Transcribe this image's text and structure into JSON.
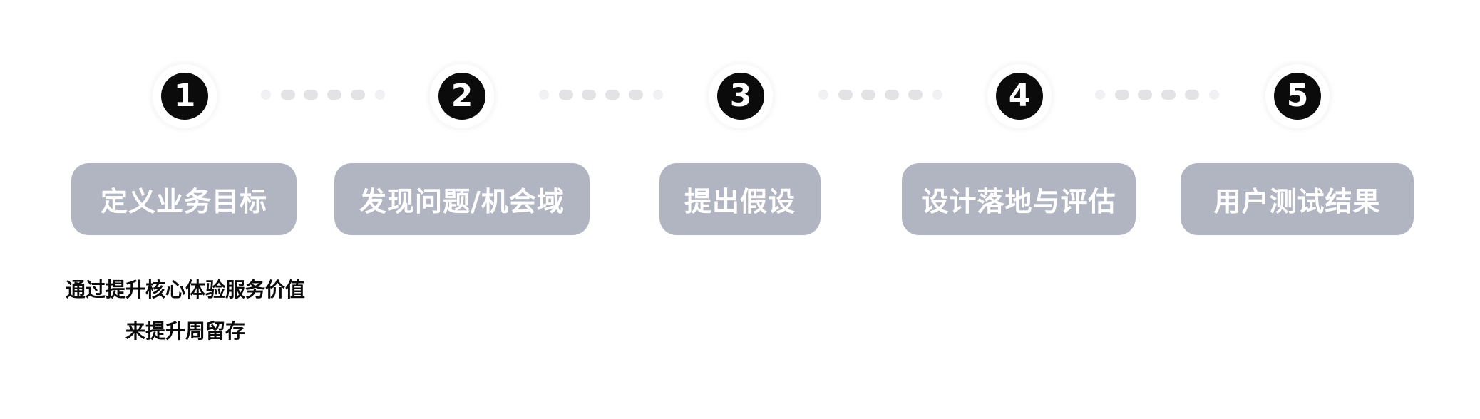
{
  "steps": [
    {
      "number": "1",
      "label": "定义业务目标"
    },
    {
      "number": "2",
      "label": "发现问题/机会域"
    },
    {
      "number": "3",
      "label": "提出假设"
    },
    {
      "number": "4",
      "label": "设计落地与评估"
    },
    {
      "number": "5",
      "label": "用户测试结果"
    }
  ],
  "description": {
    "line1": "通过提升核心体验服务价值",
    "line2": "来提升周留存"
  },
  "colors": {
    "circle": "#0b0b0b",
    "pill": "#b1b5c2",
    "dots": "#e3e3e6"
  }
}
